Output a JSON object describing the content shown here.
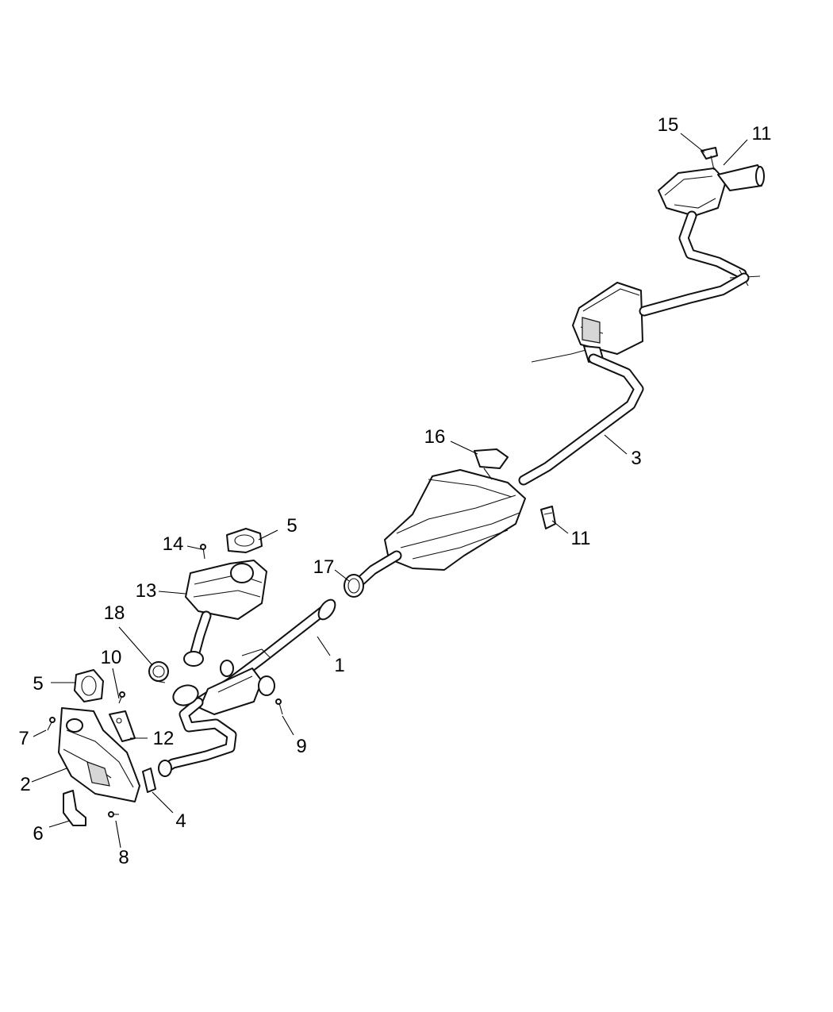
{
  "diagram": {
    "callouts": [
      "1",
      "2",
      "3",
      "4",
      "5",
      "5",
      "6",
      "7",
      "8",
      "9",
      "10",
      "11",
      "11",
      "12",
      "13",
      "14",
      "15",
      "16",
      "17",
      "18"
    ]
  }
}
